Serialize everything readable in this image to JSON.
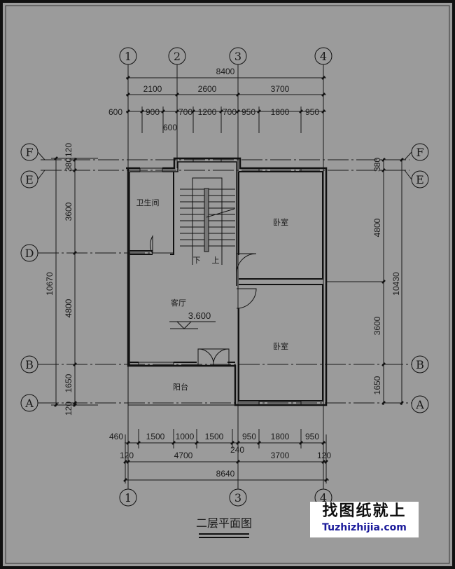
{
  "title": "二层平面图",
  "axes_x_top": [
    "1",
    "2",
    "3",
    "4"
  ],
  "axes_x_bottom": [
    "1",
    "3",
    "4"
  ],
  "axes_y_left": [
    "F",
    "E",
    "D",
    "B",
    "A"
  ],
  "axes_y_right": [
    "F",
    "E",
    "B",
    "A"
  ],
  "dims_top": {
    "total": "8400",
    "row2": [
      "2100",
      "2600",
      "3700"
    ],
    "row3": [
      "600",
      "900",
      "600",
      "700",
      "1200",
      "700",
      "950",
      "1800",
      "950"
    ]
  },
  "dims_bottom": {
    "row1": [
      "460",
      "1500",
      "1000",
      "1500",
      "950",
      "1800",
      "950"
    ],
    "row2": [
      "120",
      "4700",
      "240",
      "3700",
      "120"
    ],
    "total": "8640"
  },
  "dims_left": {
    "total": "10670",
    "segments": [
      "120",
      "380",
      "3600",
      "4800",
      "1650",
      "120"
    ]
  },
  "dims_right": {
    "total": "10430",
    "segments": [
      "380",
      "4800",
      "3600",
      "1650"
    ]
  },
  "rooms": {
    "bathroom": "卫生间",
    "bedroom_top": "卧室",
    "living": "客厅",
    "elevation": "3.600",
    "bedroom_bottom": "卧室",
    "balcony": "阳台",
    "stair_down": "下",
    "stair_up": "上"
  },
  "watermark": {
    "cn": "找图纸就上",
    "en": "Tuzhizhijia.com"
  },
  "colors": {
    "background": "#9b9b9b",
    "lines": "#1a1a1a"
  }
}
